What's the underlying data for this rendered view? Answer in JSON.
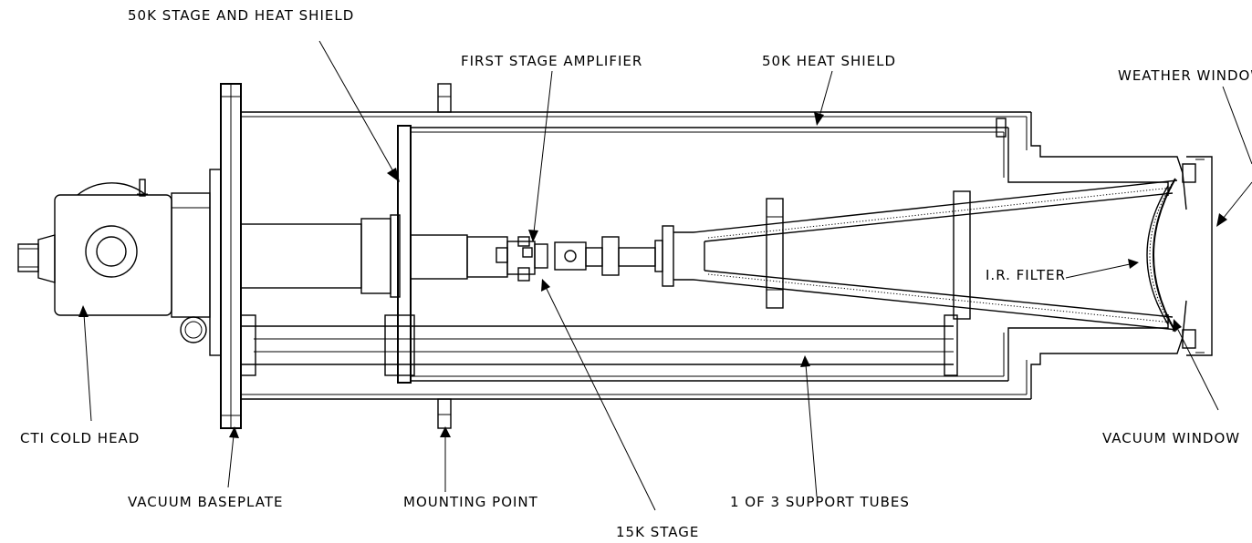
{
  "labels": {
    "stage_50k_heat_shield": "50K STAGE AND HEAT SHIELD",
    "first_stage_amplifier": "FIRST STAGE AMPLIFIER",
    "heat_shield_50k": "50K HEAT SHIELD",
    "weather_window": "WEATHER WINDOW",
    "ir_filter": "I.R. FILTER",
    "cti_cold_head": "CTI COLD HEAD",
    "vacuum_baseplate": "VACUUM BASEPLATE",
    "mounting_point": "MOUNTING POINT",
    "support_tubes": "1 OF 3 SUPPORT TUBES",
    "vacuum_window": "VACUUM WINDOW",
    "stage_15k": "15K STAGE"
  }
}
